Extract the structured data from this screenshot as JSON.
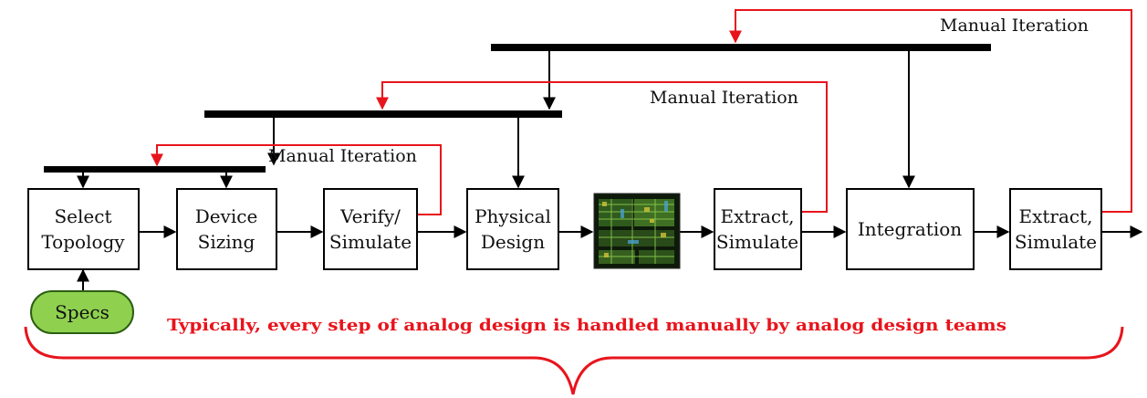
{
  "steps": [
    {
      "line1": "Select",
      "line2": "Topology"
    },
    {
      "line1": "Device",
      "line2": "Sizing"
    },
    {
      "line1": "Verify/",
      "line2": "Simulate"
    },
    {
      "line1": "Physical",
      "line2": "Design"
    },
    {
      "line1": "Extract,",
      "line2": "Simulate"
    },
    {
      "line1": "Integration",
      "line2": ""
    },
    {
      "line1": "Extract,",
      "line2": "Simulate"
    }
  ],
  "specs_label": "Specs",
  "iteration_labels": [
    "Manual Iteration",
    "Manual Iteration",
    "Manual Iteration"
  ],
  "footer_note": "Typically, every step of analog design is handled manually by analog design teams",
  "colors": {
    "accent_red": "#e8141c",
    "specs_fill": "#8fd14f",
    "specs_stroke": "#2c5e12"
  },
  "icons": [
    "chip-layout-icon"
  ]
}
